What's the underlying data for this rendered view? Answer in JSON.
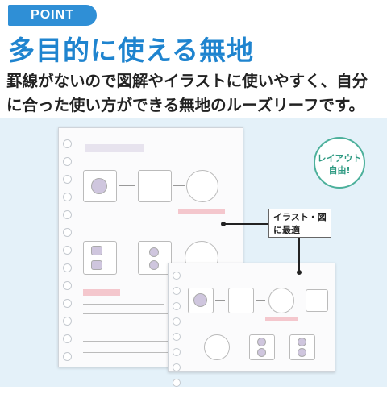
{
  "badge": {
    "label": "POINT"
  },
  "headline": "多目的に使える無地",
  "description": {
    "line1": "罫線がないので図解やイラストに使いやすく、自分",
    "line2": "に合った使い方ができる無地のルーズリーフです。"
  },
  "layout_badge": {
    "line1": "レイアウト",
    "line2": "自由!"
  },
  "illustration_label": {
    "line1": "イラスト・図",
    "line2": "に最適"
  },
  "colors": {
    "accent": "#1f84cf",
    "badge_bg": "#2f8fd6",
    "panel_bg": "#e4f1f9",
    "green": "#2e9a82"
  }
}
